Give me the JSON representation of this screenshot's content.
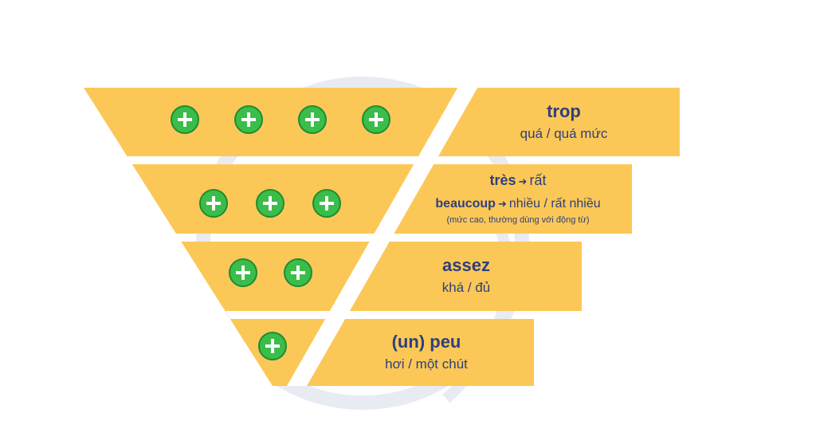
{
  "colors": {
    "band": "#fbc857",
    "text": "#2f3f7c",
    "plus_fill": "#3bbd4a",
    "plus_stroke": "#1e8c33",
    "watermark": "#e9ebf3",
    "gap": "#ffffff"
  },
  "levels": [
    {
      "id": "trop",
      "plus_count": 4,
      "term": "trop",
      "meaning": "quá / quá mức"
    },
    {
      "id": "tres",
      "plus_count": 3,
      "lines": [
        {
          "term": "très",
          "arrow": "➜",
          "meaning": "rất"
        },
        {
          "term": "beaucoup",
          "arrow": "➜",
          "meaning": "nhiều / rất nhiều"
        }
      ],
      "note": "(mức cao, thường dùng với động từ)"
    },
    {
      "id": "assez",
      "plus_count": 2,
      "term": "assez",
      "meaning": "khá / đủ"
    },
    {
      "id": "peu",
      "plus_count": 1,
      "term": "(un) peu",
      "meaning": "hơi / một chút"
    }
  ]
}
